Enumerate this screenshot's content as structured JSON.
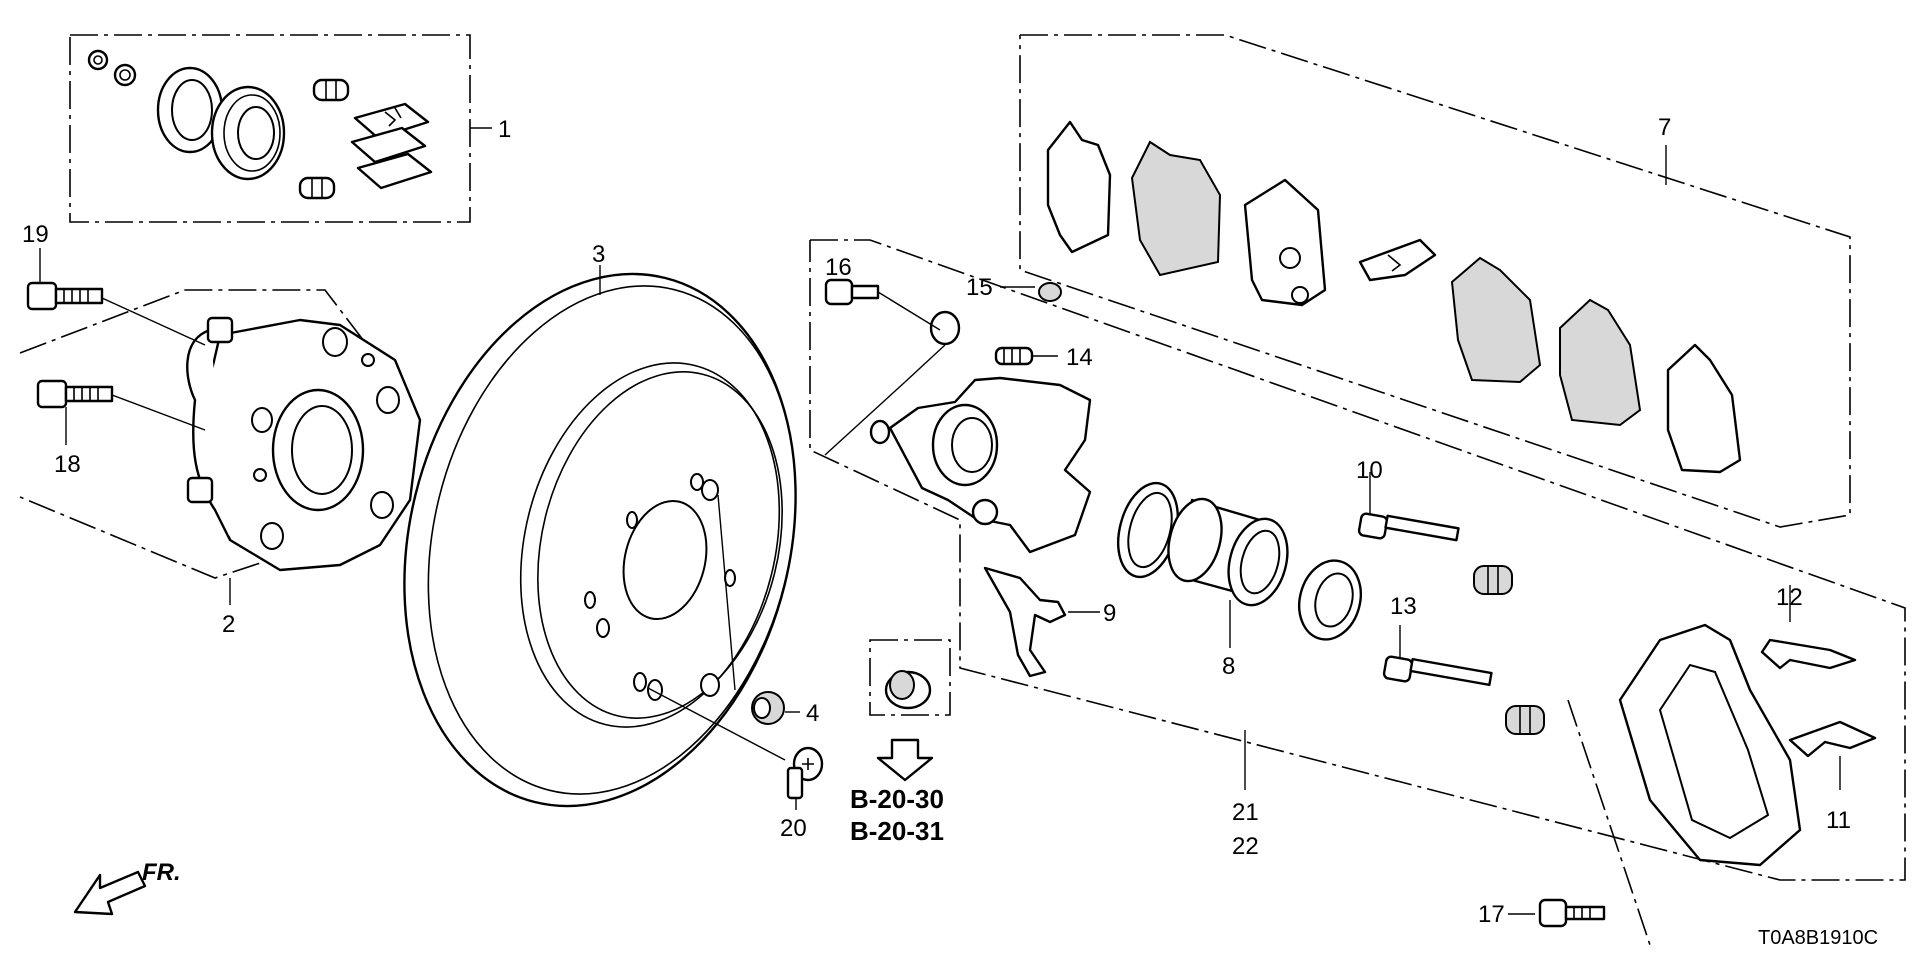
{
  "labels": {
    "p1": "1",
    "p2": "2",
    "p3": "3",
    "p4": "4",
    "p7": "7",
    "p8": "8",
    "p9": "9",
    "p10": "10",
    "p11": "11",
    "p12": "12",
    "p13": "13",
    "p14": "14",
    "p15": "15",
    "p16": "16",
    "p17": "17",
    "p18": "18",
    "p19": "19",
    "p20": "20",
    "p21": "21",
    "p22": "22"
  },
  "references": [
    "B-20-30",
    "B-20-31"
  ],
  "front_indicator": "FR.",
  "diagram_code": "T0A8B1910C"
}
